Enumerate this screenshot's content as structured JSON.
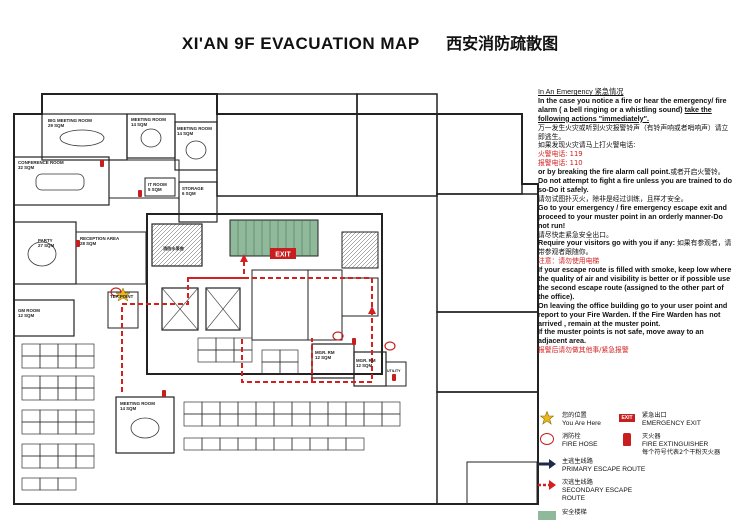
{
  "title": {
    "en": "XI'AN 9F EVACUATION MAP",
    "cn": "西安消防疏散图"
  },
  "rooms": {
    "big_meeting": "BIG MEETING ROOM",
    "big_meeting_size": "29 SQM",
    "meeting_1": "MEETING ROOM",
    "meeting_1_size": "14 SQM",
    "meeting_2": "MEETING ROOM",
    "meeting_2_size": "14 SQM",
    "conference": "CONFERENCE ROOM",
    "conference_size": "32 SQM",
    "storage": "STORAGE",
    "storage_size": "6 SQM",
    "it_room": "IT ROOM",
    "it_room_size": "5 SQM",
    "party": "PARTY",
    "party_size": "27 SQM",
    "reception": "RECEPTION AREA",
    "reception_size": "28 SQM",
    "tea_point": "TEA POINT",
    "gm_room": "GM ROOM",
    "gm_room_size": "12 SQM",
    "mgr_rm_1": "MGR. RM",
    "mgr_rm_1_size": "12 SQM",
    "mgr_rm_2": "MGR. RM",
    "mgr_rm_2_size": "12 SQM",
    "utility": "UTILITY",
    "meeting_3": "MEETING ROOM",
    "meeting_3_size": "14 SQM",
    "exit": "EXIT",
    "core_room": "消防水泵房"
  },
  "instructions": {
    "heading": "In An Emergency 紧急情况",
    "p1_start": "In the case you notice a fire or hear the emergency/ fire alarm ( a bell ringing or a whistling sound) ",
    "p1_underline": "take the following actions \"immediately\".",
    "p1_cn": "万一发生火灾或听到火灾报警铃声（有铃声响或者哨响声）请立即逃生。",
    "call_cn": "如果发现火灾请马上打火警电话:",
    "fire_tel": "火警电话: 119",
    "police_tel": "报警电话: 110",
    "break_alarm": "or by breaking the fire alarm call point.",
    "break_alarm_cn": "或者开启火警铃。",
    "no_fight": "Do not attempt to fight a fire unless you are trained to do so-Do it safely.",
    "no_fight_cn": "请勿试图扑灭火，除非是经过训练，且样才安全。",
    "go_exit": "Go to your emergency / fire emergency escape exit and proceed to your muster point in an orderly manner-Do not run!",
    "go_exit_cn": "请尽快走紧急安全出口。",
    "visitors": "Require your visitors go with you if any:",
    "visitors_cn": "如果有参观者，请带参观者跟随你。",
    "lift_warning": "注意：请勿使用电梯",
    "smoke": "If your escape route is filled with smoke, keep low where the quality of air and visibility is better or if possible use the second escape route (assigned to the other part of the office).",
    "warden": "On leaving the office building go to your user point and report to your Fire Warden. If the Fire Warden has not arrived , remain at the muster point.",
    "unsafe": "If the muster points is not safe, move away to an adjacent area.",
    "alarm_cn": "报警后请勿做其他事/紧急报警"
  },
  "legend": {
    "you_are_here_cn": "您的位置",
    "you_are_here": "You Are Here",
    "emergency_exit_badge": "EXIT",
    "emergency_exit_cn": "紧急出口",
    "emergency_exit": "EMERGENCY EXIT",
    "fire_hose_cn": "消防栓",
    "fire_hose": "FIRE HOSE",
    "extinguisher_cn": "灭火器",
    "extinguisher": "FIRE EXTINGUISHER",
    "extinguisher_note": "每个符号代表2个干粉灭火器",
    "primary_cn": "主逃生线路",
    "primary": "PRIMARY ESCAPE ROUTE",
    "secondary_cn": "次逃生线路",
    "secondary_1": "SECONDARY ESCAPE",
    "secondary_2": "ROUTE",
    "stairs_cn": "安全楼梯"
  },
  "colors": {
    "wall": "#222222",
    "route_red": "#d42020",
    "primary_route": "#1f2a4a",
    "stairs_green": "#8fb99a",
    "star": "#e8b820"
  }
}
